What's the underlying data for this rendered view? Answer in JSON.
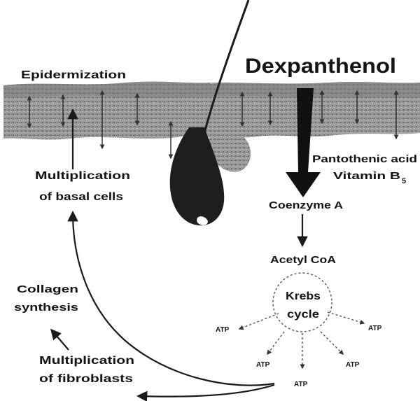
{
  "title": "Dexpanthenol",
  "labels": {
    "epidermization": "Epidermization",
    "multiplication_basal": [
      "Multiplication",
      "of basal cells"
    ],
    "pantothenic": [
      "Pantothenic acid",
      "Vitamin B"
    ],
    "vitamin_sub": "5",
    "coenzyme_a": "Coenzyme A",
    "acetyl_coa": "Acetyl CoA",
    "krebs": [
      "Krebs",
      "cycle"
    ],
    "collagen": [
      "Collagen",
      "synthesis"
    ],
    "multiplication_fibro": [
      "Multiplication",
      "of fibroblasts"
    ],
    "atp": "ATP"
  },
  "colors": {
    "skin": "#8f8f8f",
    "skin_dark": "#5e5e5e",
    "ink": "#141414",
    "bulb": "#1e1e1e"
  }
}
